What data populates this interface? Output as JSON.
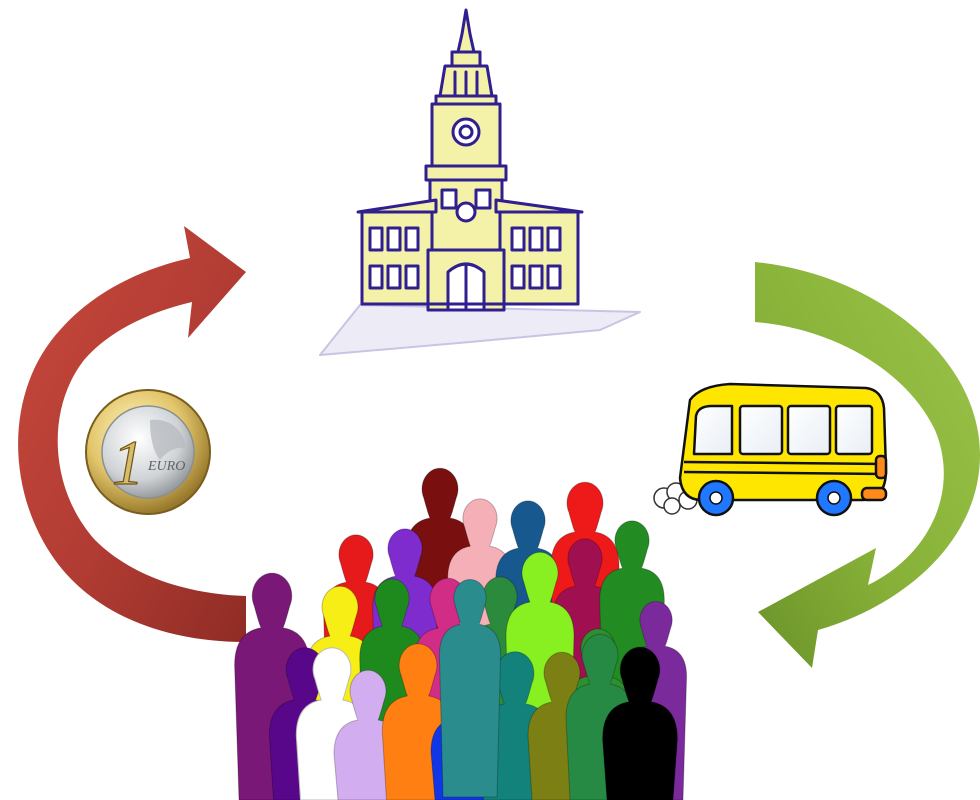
{
  "diagram": {
    "type": "cycle",
    "nodes": [
      {
        "id": "city-hall",
        "icon": "city-hall-icon"
      },
      {
        "id": "bus",
        "icon": "bus-icon"
      },
      {
        "id": "crowd",
        "icon": "crowd-icon"
      },
      {
        "id": "coin",
        "icon": "euro-coin-icon"
      }
    ],
    "arrows": [
      {
        "id": "crowd-to-city-hall",
        "color": "#b13c33"
      },
      {
        "id": "city-hall-to-crowd",
        "color": "#8bb53a"
      }
    ]
  },
  "coin": {
    "numeral": "1",
    "currency": "EURO"
  },
  "colors": {
    "building_ink": "#2f1f8f",
    "building_fill": "#f4f1a8",
    "bus_body": "#ffe600",
    "bus_wheel": "#1f78ff",
    "bus_bumper": "#ff8a1a",
    "red_arrow": "#b13c33",
    "green_arrow": "#8bb53a"
  },
  "crowd": {
    "people": [
      "#7a0f0f",
      "#f4b0b6",
      "#17588f",
      "#ee1a1a",
      "#e61a1a",
      "#7f2ccf",
      "#a01050",
      "#228b22",
      "#7b2a9c",
      "#f6ee15",
      "#1e8a1e",
      "#d12c86",
      "#2c8a3c",
      "#88f020",
      "#2f8f2f",
      "#7a1878",
      "#58068a",
      "#ffffff",
      "#d2aef0",
      "#ff7f12",
      "#1136e6",
      "#12827a",
      "#7b7f14",
      "#268a45",
      "#000000",
      "#2a8c8c"
    ]
  }
}
